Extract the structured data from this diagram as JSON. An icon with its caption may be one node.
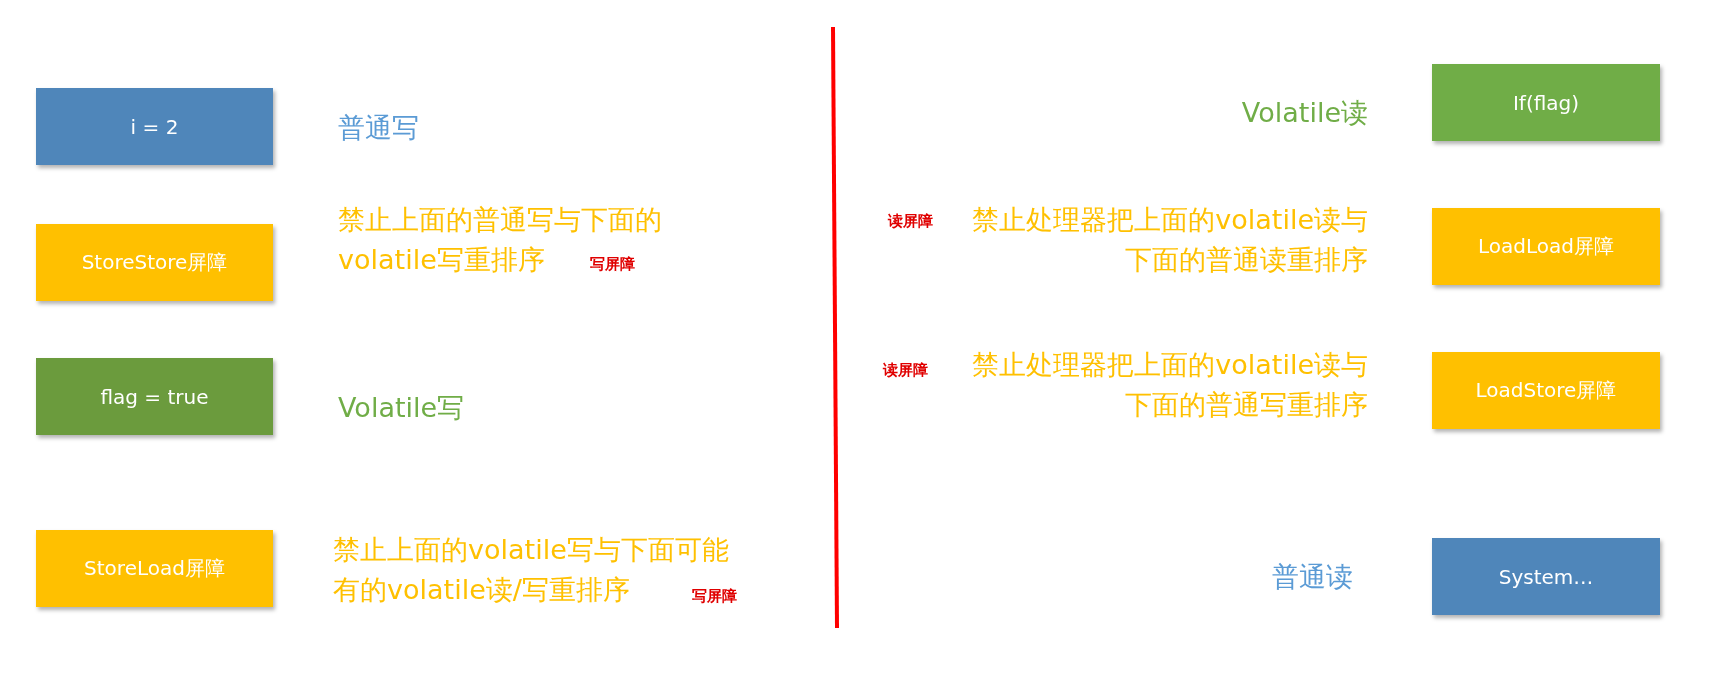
{
  "diagram": {
    "nodes": [
      {
        "text": [
          "i = 2"
        ],
        "beside": [
          "普通写"
        ]
      },
      {
        "text": [
          "StoreStore屏障"
        ],
        "beside": [
          "禁止上面的普通写与下面的volatile写重排序",
          "写屏障"
        ]
      },
      {
        "text": [
          "flag = true"
        ],
        "beside": [
          "Volatile写"
        ]
      },
      {
        "text": [
          "StoreLoad屏障"
        ],
        "beside": [
          "禁止上面的volatile写与下面可能有的volatile读/写重排序",
          "写屏障"
        ]
      },
      {
        "text": [
          "If(flag)"
        ],
        "beside": [
          "Volatile读"
        ]
      },
      {
        "text": [
          "LoadLoad屏障"
        ],
        "beside": [
          "禁止处理器把上面的volatile读与下面的普通读重排序",
          "读屏障"
        ]
      },
      {
        "text": [
          "LoadStore屏障"
        ],
        "beside": [
          "禁止处理器把上面的volatile读与下面的普通写重排序",
          "读屏障"
        ]
      },
      {
        "text": [
          "System…"
        ],
        "beside": [
          "普通读"
        ]
      }
    ],
    "edges": []
  }
}
